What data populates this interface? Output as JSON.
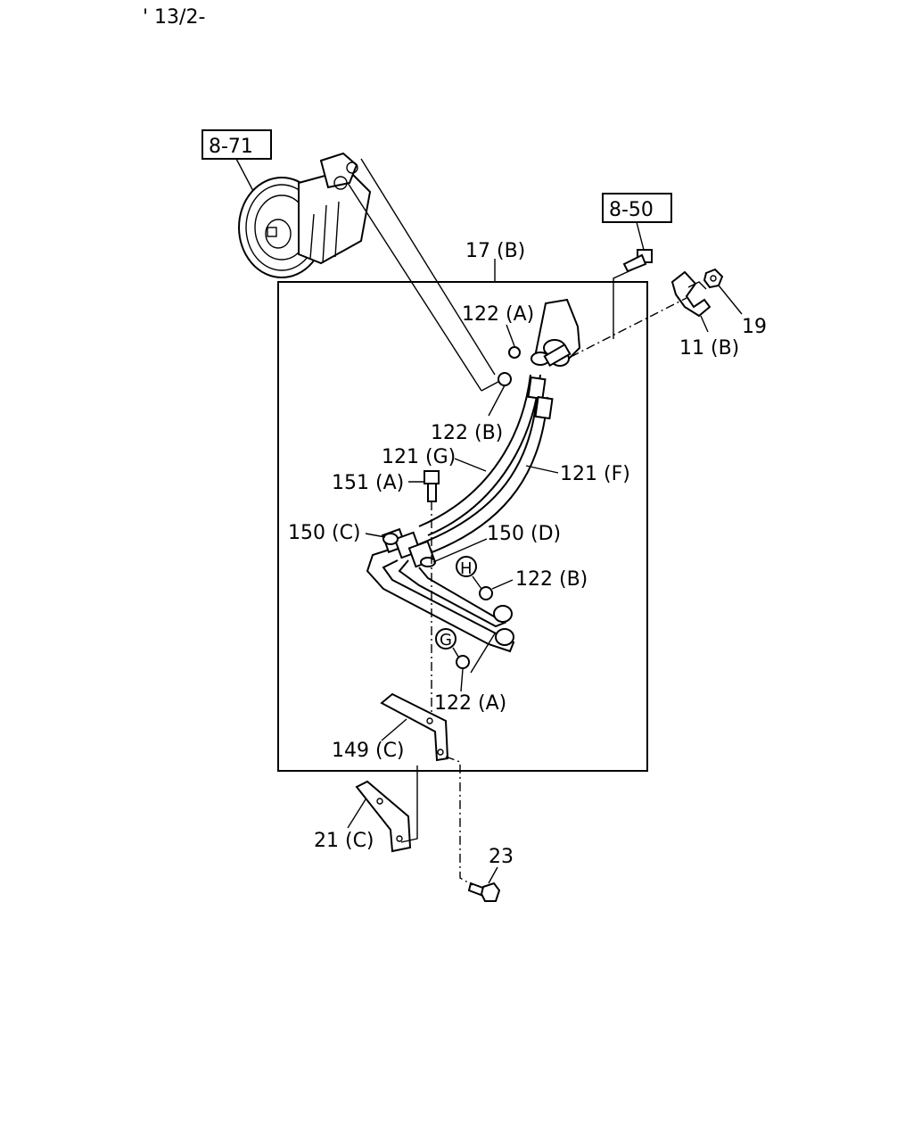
{
  "header": {
    "date_code": "' 13/2-"
  },
  "refs": {
    "compressor": "8-71",
    "bolt_ref": "8-50"
  },
  "callouts": {
    "p17b": "17 (B)",
    "p122a_top": "122 (A)",
    "p122b_top": "122 (B)",
    "p19": "19",
    "p11b": "11 (B)",
    "p121g": "121 (G)",
    "p121f": "121 (F)",
    "p151a": "151 (A)",
    "p150c": "150 (C)",
    "p150d": "150 (D)",
    "p122b_mid": "122 (B)",
    "p122a_bot": "122 (A)",
    "p149c": "149 (C)",
    "p21c": "21 (C)",
    "p23": "23"
  },
  "markers": {
    "h": "H",
    "g": "G"
  }
}
